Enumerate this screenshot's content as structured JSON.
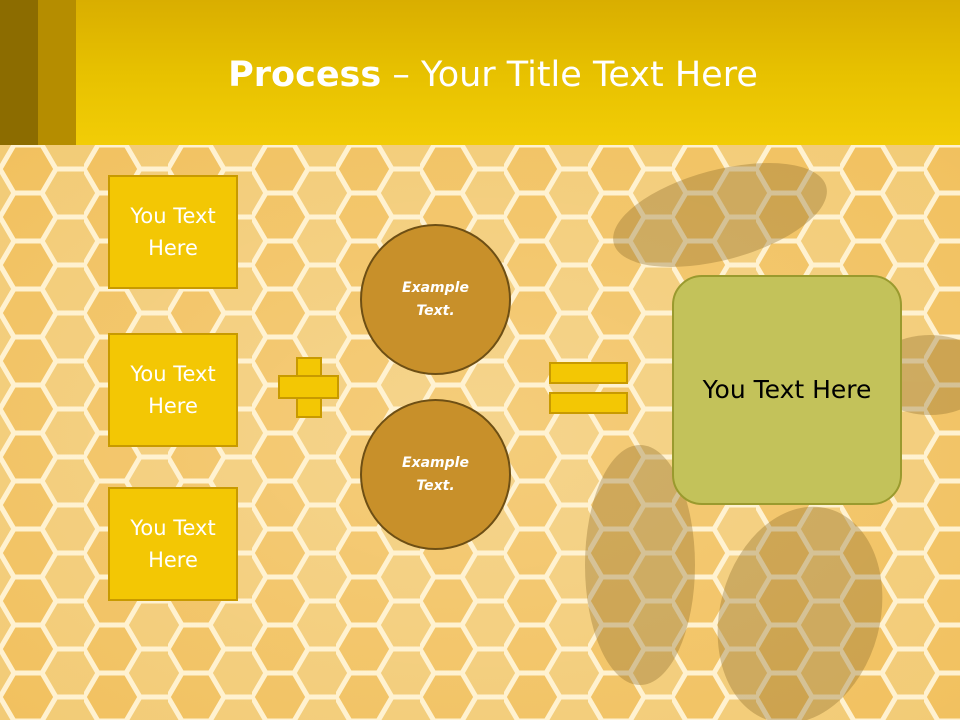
{
  "slide": {
    "title_bold": "Process",
    "title_rest": " – Your Title Text Here",
    "boxes": [
      "You Text Here",
      "You Text Here",
      "You Text Here"
    ],
    "circles": [
      "Example Text.",
      "Example Text."
    ],
    "result": "You Text Here"
  },
  "colors": {
    "header": "#e7c100",
    "box_fill": "#f3c704",
    "circle_fill": "#c8902a",
    "result_fill": "#c3c25a"
  }
}
